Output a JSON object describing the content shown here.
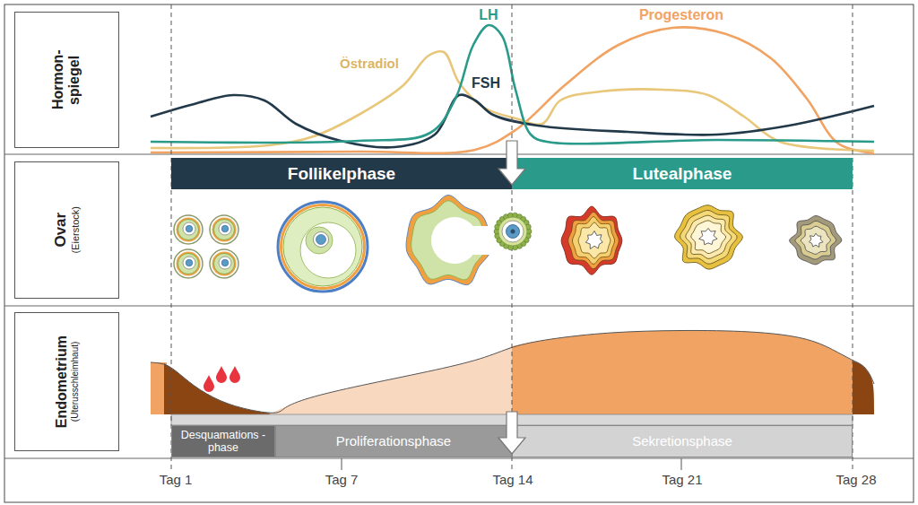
{
  "diagram": {
    "nodes": [
      {
        "text": [
          "Hormon- spiegel"
        ]
      },
      {
        "text": [
          "Ovar",
          "(Eierstock)"
        ]
      },
      {
        "text": [
          "Endometrium",
          "(Uterusschleimhaut)"
        ]
      },
      {
        "text": [
          "Follikelphase"
        ]
      },
      {
        "text": [
          "Lutealphase"
        ]
      },
      {
        "text": [
          "Desquamations -phase"
        ]
      },
      {
        "text": [
          "Proliferationsphase"
        ]
      },
      {
        "text": [
          "Sekretionsphase"
        ]
      }
    ],
    "labels": [
      "LH",
      "Progesteron",
      "Östradiol",
      "FSH",
      "Tag 1",
      "Tag 7",
      "Tag 14",
      "Tag 21",
      "Tag 28"
    ]
  }
}
